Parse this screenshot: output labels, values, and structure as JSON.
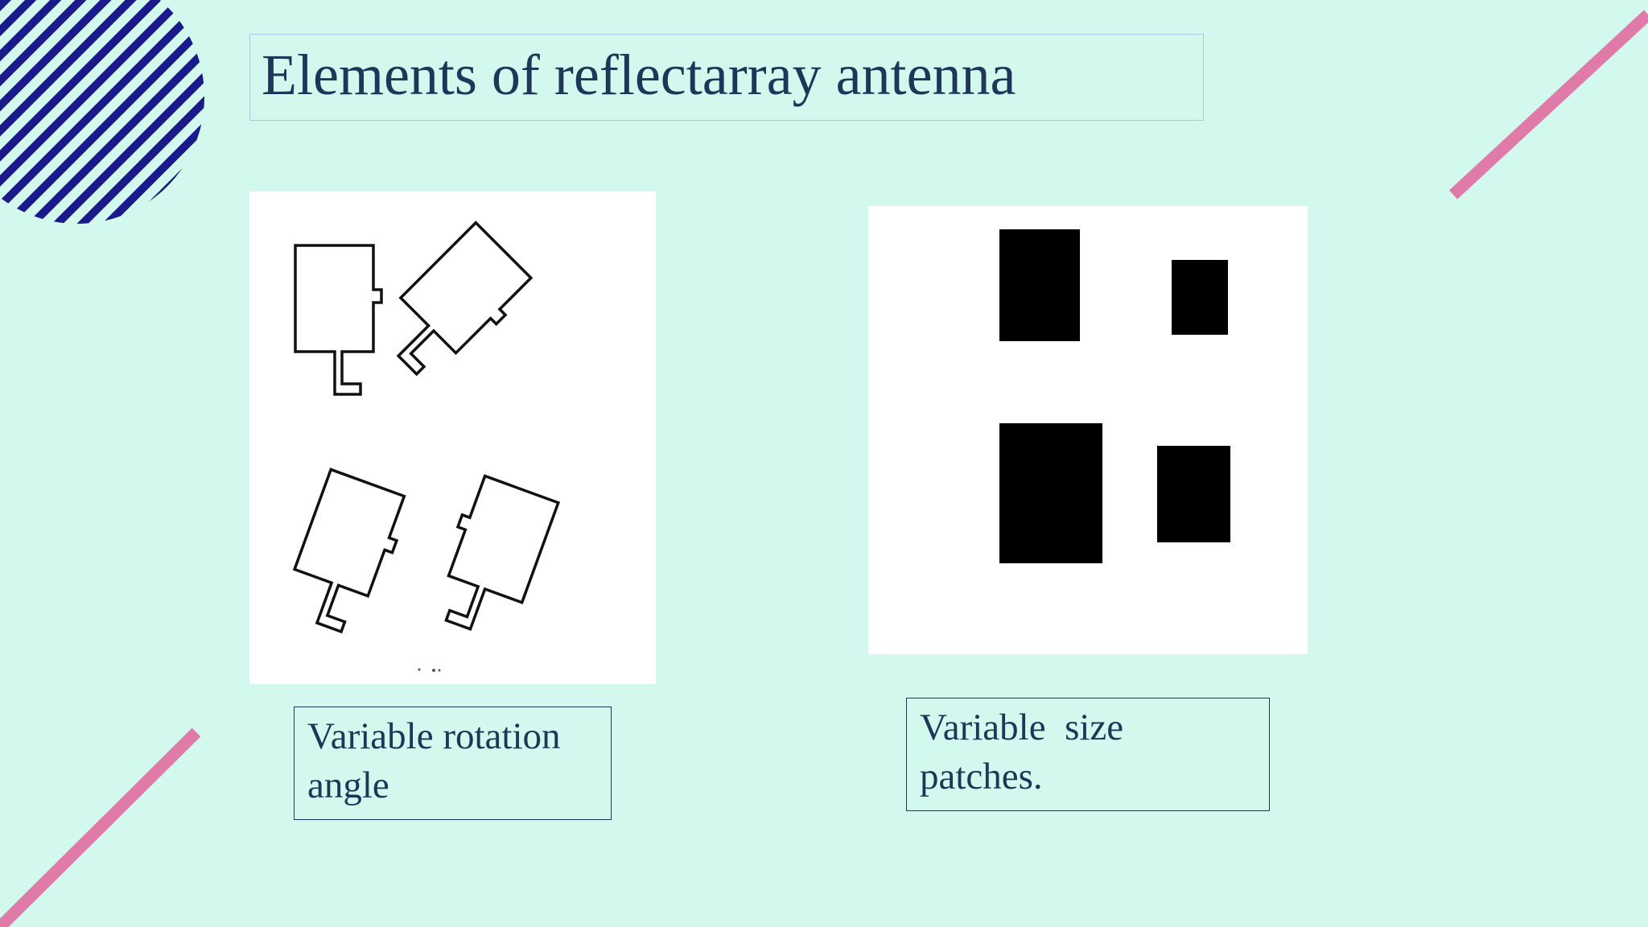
{
  "slide": {
    "title": "Elements of reflectarray antenna",
    "figures": [
      {
        "caption_line1": "Variable rotation",
        "caption_line2": "angle"
      },
      {
        "caption_line1": "Variable  size",
        "caption_line2": "patches."
      }
    ]
  },
  "colors": {
    "background": "#d3f8ee",
    "title_text": "#1e3658",
    "stripe_circle": "#1a1a8c",
    "accent_line": "#e07aa8"
  }
}
